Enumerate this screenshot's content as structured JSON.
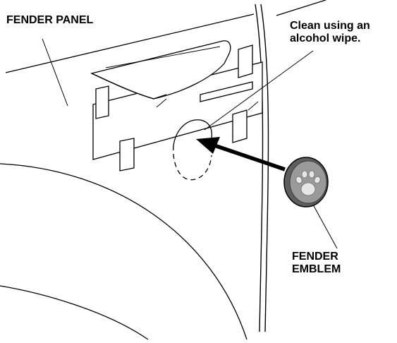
{
  "labels": {
    "fender_panel": "FENDER PANEL",
    "clean_line1": "Clean using an",
    "clean_line2": "alcohol wipe.",
    "emblem_line1": "FENDER",
    "emblem_line2": "EMBLEM"
  },
  "colors": {
    "line": "#000000",
    "background": "#ffffff",
    "emblem_rim": "#7a7a7a",
    "emblem_face": "#9a9a9a",
    "emblem_paw": "#e6e6e6"
  },
  "icons": {
    "emblem": "paw-print-icon",
    "arrow": "install-direction-arrow"
  }
}
